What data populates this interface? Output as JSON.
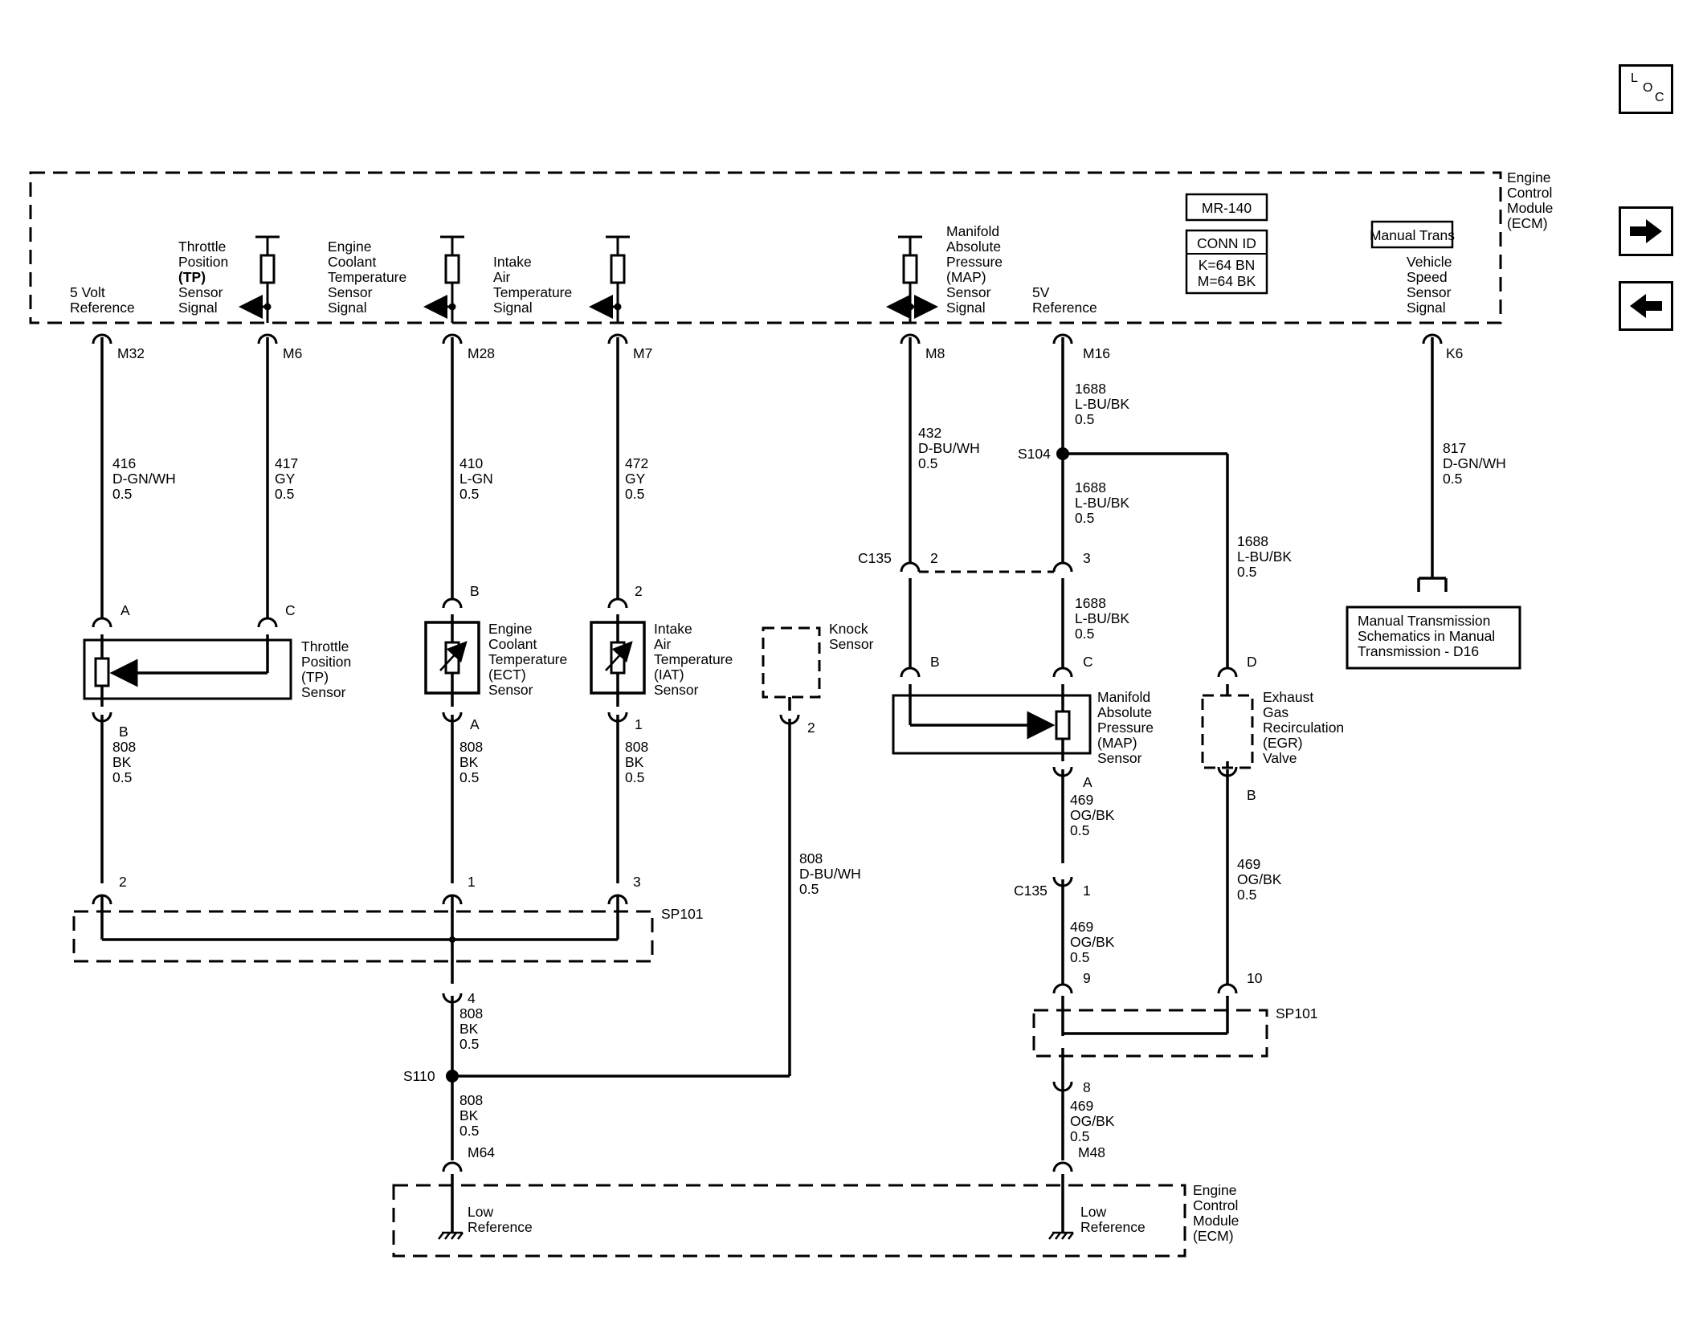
{
  "nav": {
    "loc_letters": [
      "L",
      "O",
      "C"
    ],
    "next_icon": "arrow-right-icon",
    "prev_icon": "arrow-left-icon"
  },
  "ecm": {
    "label": [
      "Engine",
      "Control",
      "Module",
      "(ECM)"
    ],
    "mr_label": "MR-140",
    "conn_id": {
      "title": "CONN ID",
      "lines": [
        "K=64 BN",
        "M=64 BK"
      ]
    },
    "manual_trans": "Manual Trans"
  },
  "signals": {
    "five_volt_ref": [
      "5 Volt",
      "Reference"
    ],
    "tp_signal": [
      "Throttle",
      "Position",
      "(TP)",
      "Sensor",
      "Signal"
    ],
    "ect_signal": [
      "Engine",
      "Coolant",
      "Temperature",
      "Sensor",
      "Signal"
    ],
    "iat_signal": [
      "Intake",
      "Air",
      "Temperature",
      "Signal"
    ],
    "map_signal": [
      "Manifold",
      "Absolute",
      "Pressure",
      "(MAP)",
      "Sensor",
      "Signal"
    ],
    "five_v_ref": [
      "5V",
      "Reference"
    ],
    "vss_signal": [
      "Vehicle",
      "Speed",
      "Sensor",
      "Signal"
    ]
  },
  "pins": [
    "M32",
    "M6",
    "M28",
    "M7",
    "M8",
    "M16",
    "K6"
  ],
  "wires": {
    "w416": [
      "416",
      "D-GN/WH",
      "0.5"
    ],
    "w417": [
      "417",
      "GY",
      "0.5"
    ],
    "w410": [
      "410",
      "L-GN",
      "0.5"
    ],
    "w472": [
      "472",
      "GY",
      "0.5"
    ],
    "w432": [
      "432",
      "D-BU/WH",
      "0.5"
    ],
    "w1688_a": [
      "1688",
      "L-BU/BK",
      "0.5"
    ],
    "w1688_b": [
      "1688",
      "L-BU/BK",
      "0.5"
    ],
    "w1688_c": [
      "1688",
      "L-BU/BK",
      "0.5"
    ],
    "w1688_d": [
      "1688",
      "L-BU/BK",
      "0.5"
    ],
    "w817": [
      "817",
      "D-GN/WH",
      "0.5"
    ],
    "w808_tp": [
      "808",
      "BK",
      "0.5"
    ],
    "w808_ect": [
      "808",
      "BK",
      "0.5"
    ],
    "w808_iat": [
      "808",
      "BK",
      "0.5"
    ],
    "w808_knock": [
      "808",
      "D-BU/WH",
      "0.5"
    ],
    "w808_sp4": [
      "808",
      "BK",
      "0.5"
    ],
    "w808_m64": [
      "808",
      "BK",
      "0.5"
    ],
    "w469_map": [
      "469",
      "OG/BK",
      "0.5"
    ],
    "w469_egr": [
      "469",
      "OG/BK",
      "0.5"
    ],
    "w469_c135": [
      "469",
      "OG/BK",
      "0.5"
    ],
    "w469_m48": [
      "469",
      "OG/BK",
      "0.5"
    ]
  },
  "splices": {
    "s104": "S104",
    "s110": "S110"
  },
  "connectors": {
    "c135": "C135",
    "sp101": "SP101",
    "m64": "M64",
    "m48": "M48"
  },
  "pin_letters": {
    "tp_a": "A",
    "tp_c": "C",
    "tp_b": "B",
    "ect_b": "B",
    "ect_a": "A",
    "iat_2": "2",
    "iat_1": "1",
    "knock_2": "2",
    "c135_2": "2",
    "c135_3": "3",
    "c135_1": "1",
    "map_b": "B",
    "map_c": "C",
    "map_a": "A",
    "egr_d": "D",
    "egr_b": "B",
    "sp_2": "2",
    "sp_1": "1",
    "sp_3": "3",
    "sp_4": "4",
    "sp_9": "9",
    "sp_10": "10",
    "sp_8": "8"
  },
  "components": {
    "tp_sensor": [
      "Throttle",
      "Position",
      "(TP)",
      "Sensor"
    ],
    "ect_sensor": [
      "Engine",
      "Coolant",
      "Temperature",
      "(ECT)",
      "Sensor"
    ],
    "iat_sensor": [
      "Intake",
      "Air",
      "Temperature",
      "(IAT)",
      "Sensor"
    ],
    "knock_sensor": [
      "Knock",
      "Sensor"
    ],
    "map_sensor": [
      "Manifold",
      "Absolute",
      "Pressure",
      "(MAP)",
      "Sensor"
    ],
    "egr_valve": [
      "Exhaust",
      "Gas",
      "Recirculation",
      "(EGR)",
      "Valve"
    ],
    "manual_trans_ref": [
      "Manual Transmission",
      "Schematics in Manual",
      "Transmission - D16"
    ]
  },
  "ground": {
    "low_ref_left": [
      "Low",
      "Reference"
    ],
    "low_ref_right": [
      "Low",
      "Reference"
    ],
    "ecm_bottom": [
      "Engine",
      "Control",
      "Module",
      "(ECM)"
    ]
  }
}
